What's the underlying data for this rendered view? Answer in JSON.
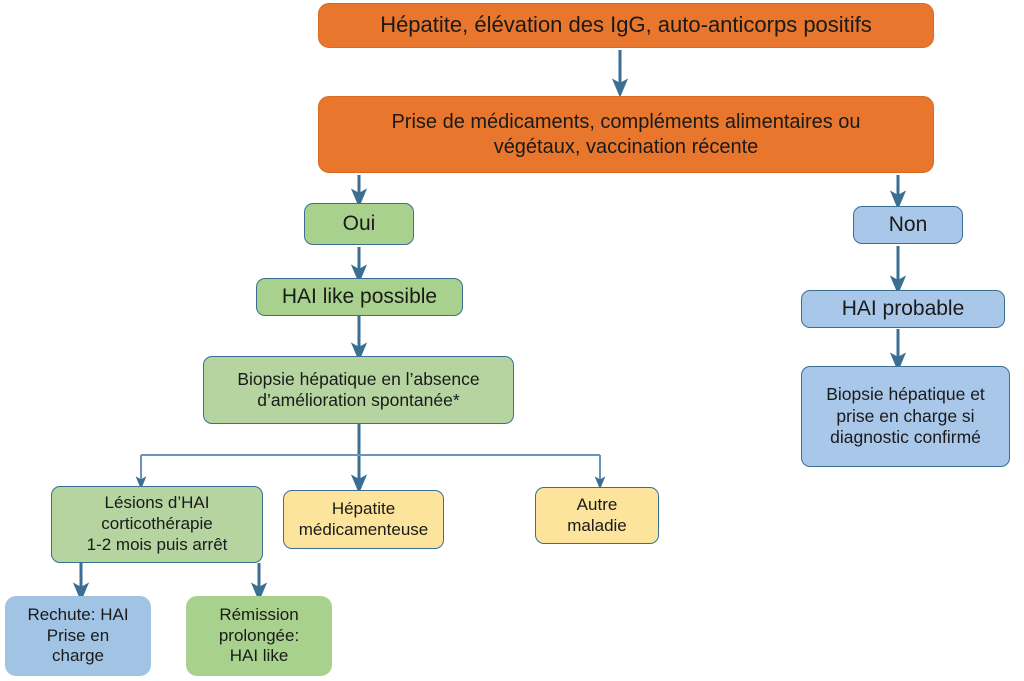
{
  "diagram": {
    "title_text": "Hépatite, élévation des IgG, auto-anticorps positifs",
    "colors": {
      "orange": "#E8762C",
      "green": "#A9D18E",
      "blue": "#A9C7E8",
      "yellow": "#FCE49C",
      "arrow": "#3B6E93",
      "border": "#3B6E93"
    },
    "nodes": {
      "top": "Hépatite, élévation des IgG, auto-anticorps positifs",
      "exposure": "Prise de médicaments, compléments alimentaires ou\nvégétaux, vaccination récente",
      "yes": "Oui",
      "no": "Non",
      "hai_like_possible": "HAI like possible",
      "hai_probable": "HAI probable",
      "biopsy_left": "Biopsie hépatique en l’absence\nd’amélioration spontanée*",
      "biopsy_right": "Biopsie hépatique et\nprise en charge si\ndiagnostic confirmé",
      "hai_lesions": "Lésions d’HAI\ncorticothérapie\n1-2 mois puis arrêt",
      "drug_hepatitis": "Hépatite\nmédicamenteuse",
      "other_disease": "Autre\nmaladie",
      "relapse": "Rechute: HAI\nPrise en\ncharge",
      "remission": "Rémission\nprolongée:\nHAI like"
    }
  }
}
